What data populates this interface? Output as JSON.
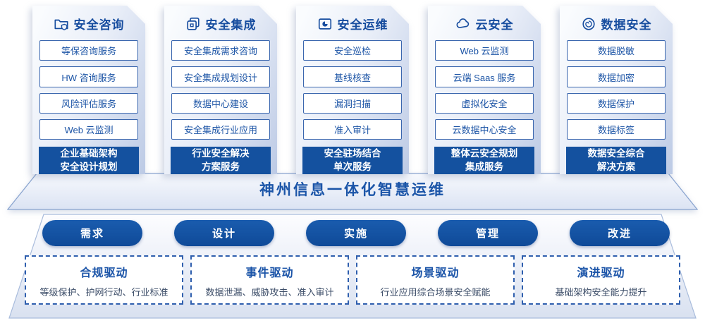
{
  "colors": {
    "primary_blue": "#14519f",
    "title_blue": "#174d9f",
    "item_border_blue": "#3a66ae",
    "dashed_border_blue": "#2f5fae",
    "desc_text": "#3c4d68",
    "card_gradient_end": "#bccae5"
  },
  "columns": [
    {
      "icon": "folder-shield-icon",
      "title": "安全咨询",
      "items": [
        "等保咨询服务",
        "HW 咨询服务",
        "风险评估服务",
        "Web 云监测"
      ],
      "highlight": [
        "企业基础架构",
        "安全设计规划"
      ]
    },
    {
      "icon": "copy-documents-icon",
      "title": "安全集成",
      "items": [
        "安全集成需求咨询",
        "安全集成规划设计",
        "数据中心建设",
        "安全集成行业应用"
      ],
      "highlight": [
        "行业安全解决",
        "方案服务"
      ]
    },
    {
      "icon": "monitor-pie-icon",
      "title": "安全运维",
      "items": [
        "安全巡检",
        "基线核查",
        "漏洞扫描",
        "准入审计"
      ],
      "highlight": [
        "安全驻场结合",
        "单次服务"
      ]
    },
    {
      "icon": "cloud-icon",
      "title": "云安全",
      "items": [
        "Web 云监测",
        "云端 Saas 服务",
        "虚拟化安全",
        "云数据中心安全"
      ],
      "highlight": [
        "整体云安全规划",
        "集成服务"
      ]
    },
    {
      "icon": "fingerprint-icon",
      "title": "数据安全",
      "items": [
        "数据脱敏",
        "数据加密",
        "数据保护",
        "数据标签"
      ],
      "highlight": [
        "数据安全综合",
        "解决方案"
      ]
    }
  ],
  "banner": {
    "title": "神州信息一体化智慧运维"
  },
  "process_pills": [
    "需求",
    "设计",
    "实施",
    "管理",
    "改进"
  ],
  "drivers": [
    {
      "title": "合规驱动",
      "desc": "等级保护、护网行动、行业标准"
    },
    {
      "title": "事件驱动",
      "desc": "数据泄漏、威胁攻击、准入审计"
    },
    {
      "title": "场景驱动",
      "desc": "行业应用综合场景安全赋能"
    },
    {
      "title": "演进驱动",
      "desc": "基础架构安全能力提升"
    }
  ]
}
